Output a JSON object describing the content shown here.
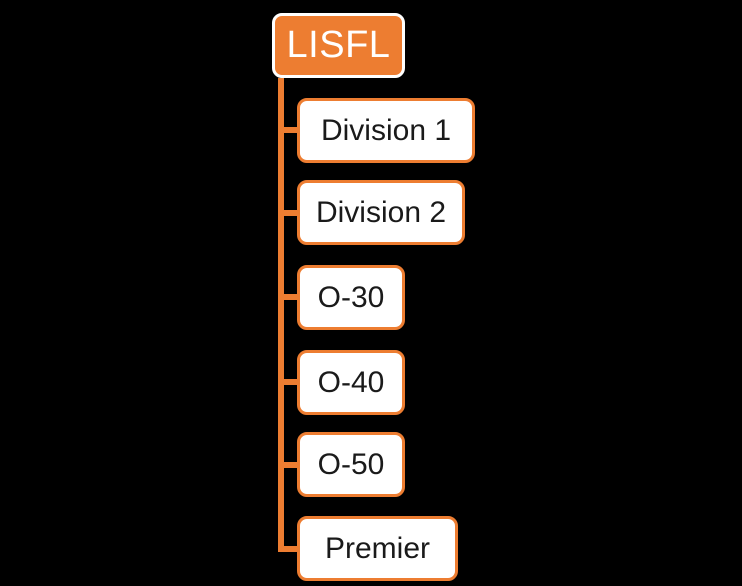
{
  "diagram": {
    "type": "org-hierarchy",
    "root": {
      "label": "LISFL"
    },
    "children": [
      {
        "label": "Division 1"
      },
      {
        "label": "Division 2"
      },
      {
        "label": "O-30"
      },
      {
        "label": "O-40"
      },
      {
        "label": "O-50"
      },
      {
        "label": "Premier"
      }
    ],
    "colors": {
      "background": "#000000",
      "accent_orange": "#ED7D31",
      "root_fill": "#ED7D31",
      "root_outline": "#FFFFFF",
      "root_text": "#FFFFFF",
      "child_fill": "#FFFFFF",
      "child_border": "#ED7D31",
      "child_text": "#1A1A1A",
      "connector": "#ED7D31"
    }
  }
}
